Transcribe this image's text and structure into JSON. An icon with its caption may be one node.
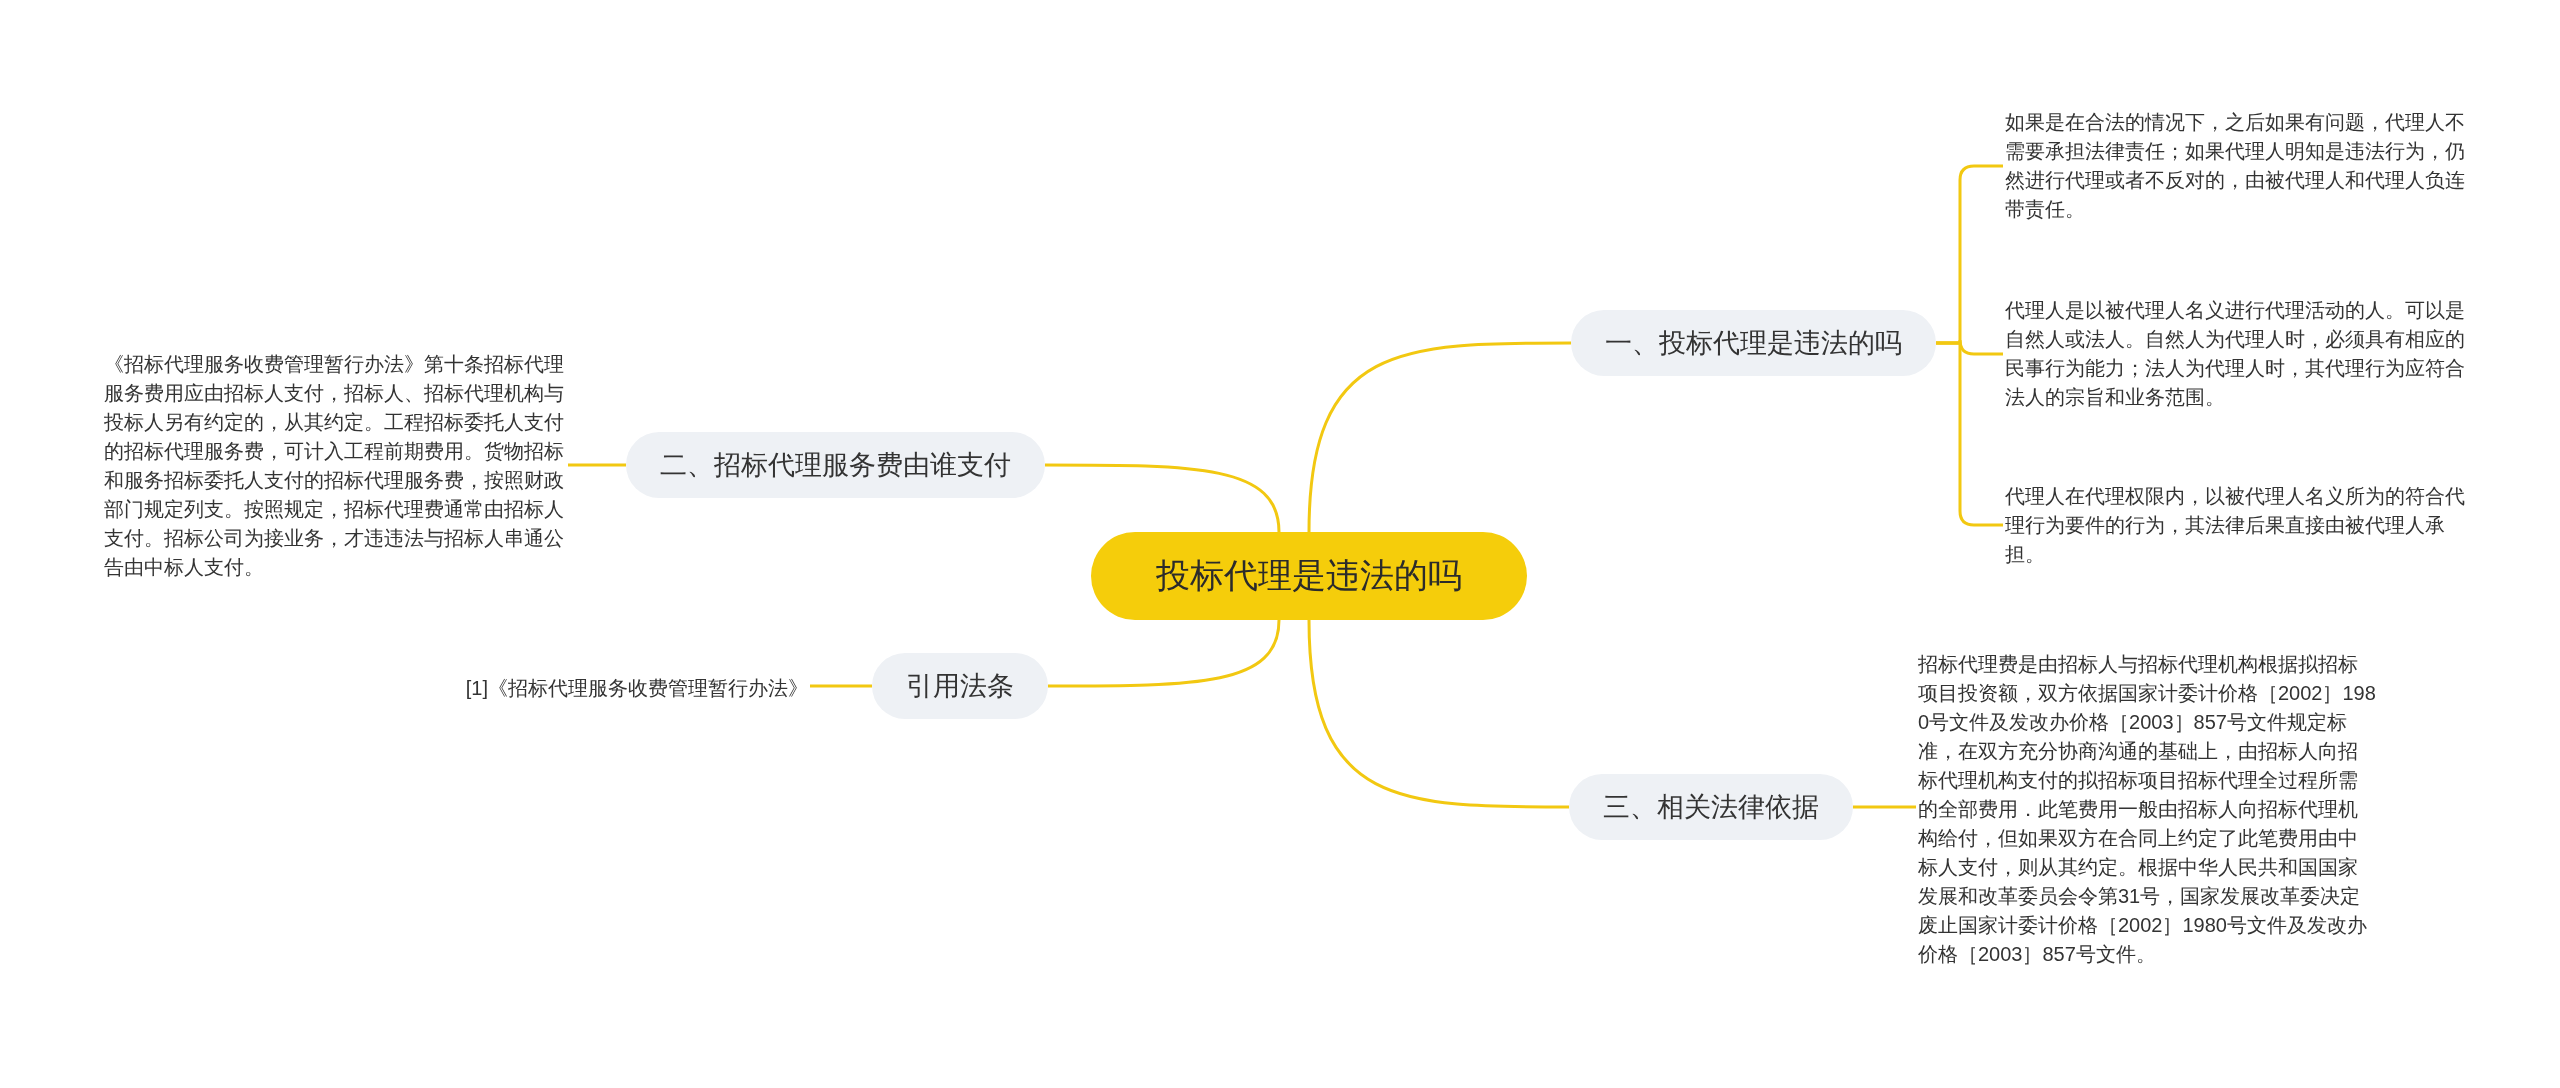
{
  "diagram": {
    "nodes": [
      {
        "text": [
          "投标代理是违法的吗"
        ]
      },
      {
        "text": [
          "一、投标代理是违法的吗"
        ]
      },
      {
        "text": [
          "如果是在合法的情况下，之后如果有问题，代理人不需要承担法律责任；如果代理人明知是违法行为，仍然进行代理或者不反对的，由被代理人和代理人负连带责任。"
        ]
      },
      {
        "text": [
          "代理人是以被代理人名义进行代理活动的人。可以是自然人或法人。自然人为代理人时，必须具有相应的民事行为能力；法人为代理人时，其代理行为应符合法人的宗旨和业务范围。"
        ]
      },
      {
        "text": [
          "代理人在代理权限内，以被代理人名义所为的符合代理行为要件的行为，其法律后果直接由被代理人承担。"
        ]
      },
      {
        "text": [
          "二、招标代理服务费由谁支付"
        ]
      },
      {
        "text": [
          "《招标代理服务收费管理暂行办法》第十条招标代理服务费用应由招标人支付，招标人、招标代理机构与投标人另有约定的，从其约定。工程招标委托人支付的招标代理服务费，可计入工程前期费用。货物招标和服务招标委托人支付的招标代理服务费，按照财政部门规定列支。按照规定，招标代理费通常由招标人支付。招标公司为接业务，才违违法与招标人串通公告由中标人支付。"
        ]
      },
      {
        "text": [
          "引用法条"
        ]
      },
      {
        "text": [
          "[1]《招标代理服务收费管理暂行办法》"
        ]
      },
      {
        "text": [
          "三、相关法律依据"
        ]
      },
      {
        "text": [
          "招标代理费是由招标人与招标代理机构根据拟招标项目投资额，双方依据国家计委计价格［2002］1980号文件及发改办价格［2003］857号文件规定标准，在双方充分协商沟通的基础上，由招标人向招标代理机构支付的拟招标项目招标代理全过程所需的全部费用．此笔费用一般由招标人向招标代理机构给付，但如果双方在合同上约定了此笔费用由中标人支付，则从其约定。根据中华人民共和国国家发展和改革委员会令第31号，国家发展改革委决定废止国家计委计价格［2002］1980号文件及发改办价格［2003］857号文件。"
        ]
      }
    ],
    "edges": [
      {
        "from": 0,
        "to": 1,
        "arrow": "none"
      },
      {
        "from": 1,
        "to": 2,
        "arrow": "none"
      },
      {
        "from": 1,
        "to": 3,
        "arrow": "none"
      },
      {
        "from": 1,
        "to": 4,
        "arrow": "none"
      },
      {
        "from": 0,
        "to": 5,
        "arrow": "none"
      },
      {
        "from": 5,
        "to": 6,
        "arrow": "none"
      },
      {
        "from": 0,
        "to": 7,
        "arrow": "none"
      },
      {
        "from": 7,
        "to": 8,
        "arrow": "none"
      },
      {
        "from": 0,
        "to": 9,
        "arrow": "none"
      },
      {
        "from": 9,
        "to": 10,
        "arrow": "none"
      }
    ]
  }
}
